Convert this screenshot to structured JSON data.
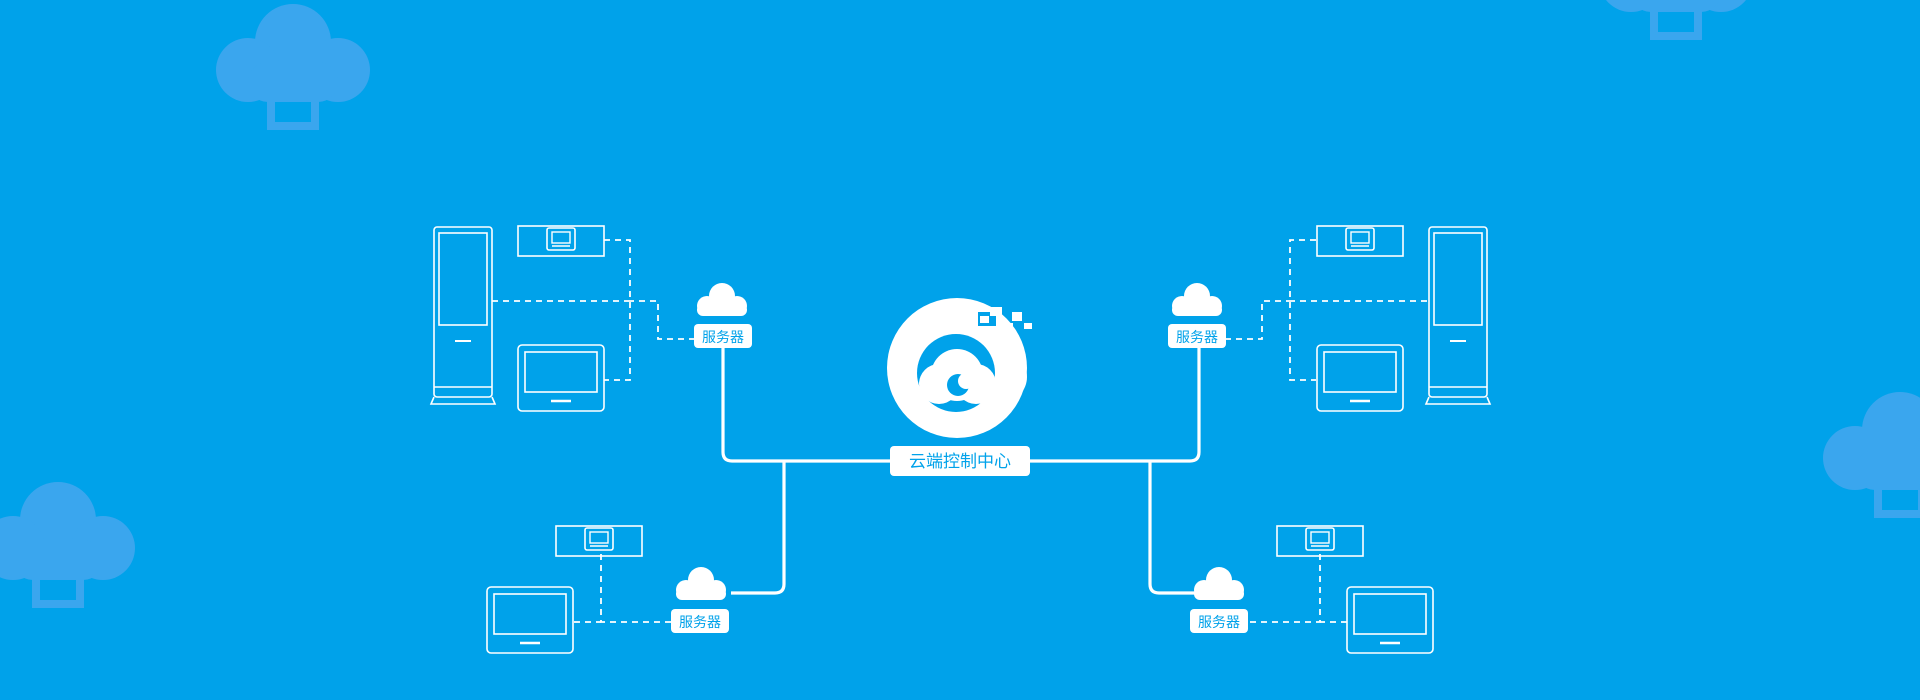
{
  "colors": {
    "background": "#00a2ea",
    "line": "#ffffff",
    "label_text": "#00a2ea",
    "decor_cloud": "#3aa6ee"
  },
  "center": {
    "label": "云端控制中心",
    "icon": "cloud-logo-icon"
  },
  "servers": [
    {
      "label": "服务器",
      "icon": "cloud-icon"
    },
    {
      "label": "服务器",
      "icon": "cloud-icon"
    },
    {
      "label": "服务器",
      "icon": "cloud-icon"
    },
    {
      "label": "服务器",
      "icon": "cloud-icon"
    }
  ],
  "device_icons": [
    "kiosk-icon",
    "scanner-icon",
    "monitor-icon",
    "tablet-icon"
  ]
}
